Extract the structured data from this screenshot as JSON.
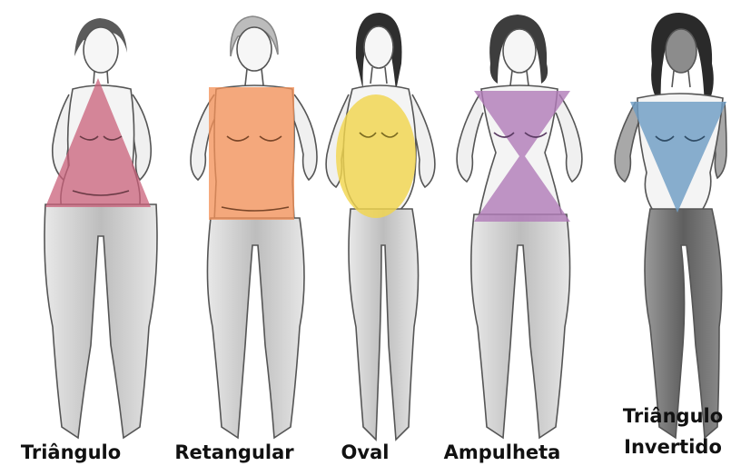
{
  "figures": [
    {
      "label": "Triângulo",
      "shape": "triangle",
      "color": "#c9607a"
    },
    {
      "label": "Retangular",
      "shape": "rectangle",
      "color": "#f4925a"
    },
    {
      "label": "Oval",
      "shape": "oval",
      "color": "#f2d64e"
    },
    {
      "label": "Ampulheta",
      "shape": "hourglass",
      "color": "#b07ab8"
    },
    {
      "label_line1": "Triângulo",
      "label_line2": "Invertido",
      "shape": "inverted-triangle",
      "color": "#6f9ec4"
    }
  ],
  "colors": {
    "skin_outline": "#555555",
    "skin_shade": "#c8c8c8",
    "hair": "#3a3a3a",
    "hair_light": "#9a9a9a"
  }
}
